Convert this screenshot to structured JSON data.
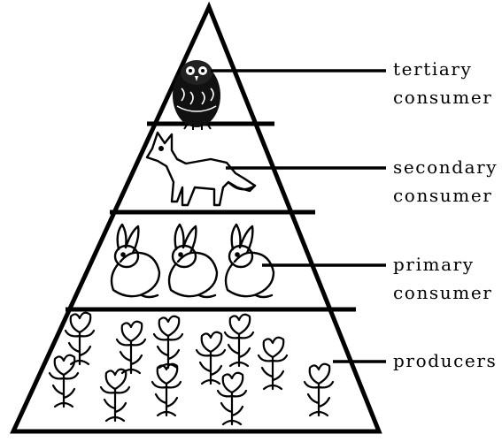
{
  "diagram": {
    "levels": [
      {
        "id": "tertiary",
        "organism": "owl",
        "label_line1": "tertiary",
        "label_line2": "consumer"
      },
      {
        "id": "secondary",
        "organism": "fox",
        "label_line1": "secondary",
        "label_line2": "consumer"
      },
      {
        "id": "primary",
        "organism": "rabbit",
        "label_line1": "primary",
        "label_line2": "consumer"
      },
      {
        "id": "producers",
        "organism": "flowering-plant",
        "label_line1": "producers",
        "label_line2": ""
      }
    ],
    "colors": {
      "ink": "#000000",
      "background": "#ffffff"
    }
  }
}
